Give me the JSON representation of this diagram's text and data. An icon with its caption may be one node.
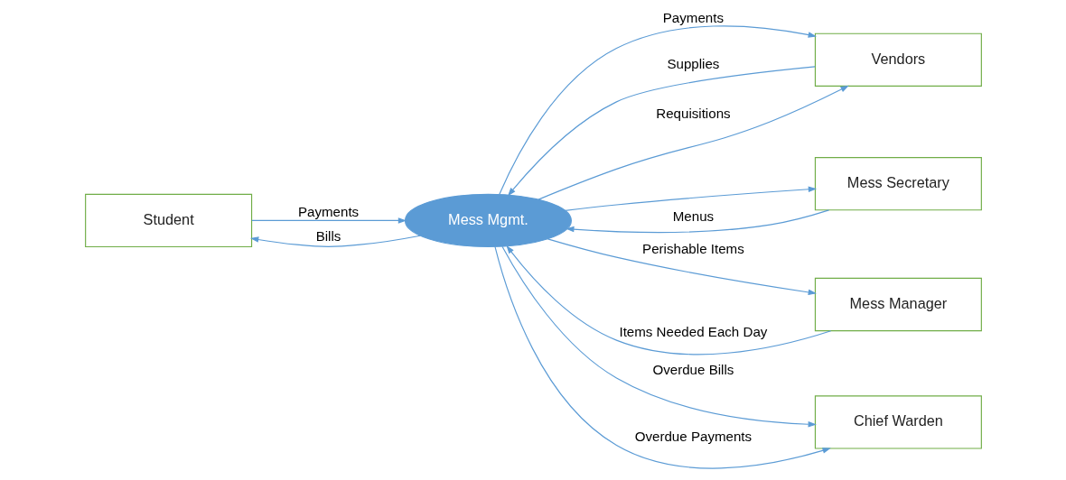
{
  "diagram": {
    "nodes": [
      {
        "text": [
          "Student"
        ]
      },
      {
        "text": [
          "Vendors"
        ]
      },
      {
        "text": [
          "Mess Mgmt."
        ]
      },
      {
        "text": [
          "Mess Secretary"
        ]
      },
      {
        "text": [
          "Mess Manager"
        ]
      },
      {
        "text": [
          "Chief Warden"
        ]
      }
    ],
    "edges": [
      {
        "from": 0,
        "to": 2,
        "arrow": "to",
        "label": "Payments"
      },
      {
        "from": 2,
        "to": 0,
        "arrow": "to",
        "label": "Bills"
      },
      {
        "from": 2,
        "to": 1,
        "arrow": "to",
        "label": "Requisitions"
      },
      {
        "from": 1,
        "to": 2,
        "arrow": "to",
        "label": "Supplies"
      },
      {
        "from": 2,
        "to": 1,
        "arrow": "to",
        "label": "Payments"
      },
      {
        "from": 3,
        "to": 2,
        "arrow": "to",
        "label": "Menus"
      },
      {
        "from": 2,
        "to": 3,
        "arrow": "to"
      },
      {
        "from": 2,
        "to": 5,
        "arrow": "to",
        "label": "Overdue Bills"
      },
      {
        "from": 2,
        "to": 5,
        "arrow": "to",
        "label": "Overdue Payments"
      },
      {
        "from": 4,
        "to": 2,
        "arrow": "to",
        "label": "Items Needed Each Day"
      },
      {
        "from": 2,
        "to": 4,
        "arrow": "to",
        "label": "Perishable Items"
      }
    ]
  }
}
